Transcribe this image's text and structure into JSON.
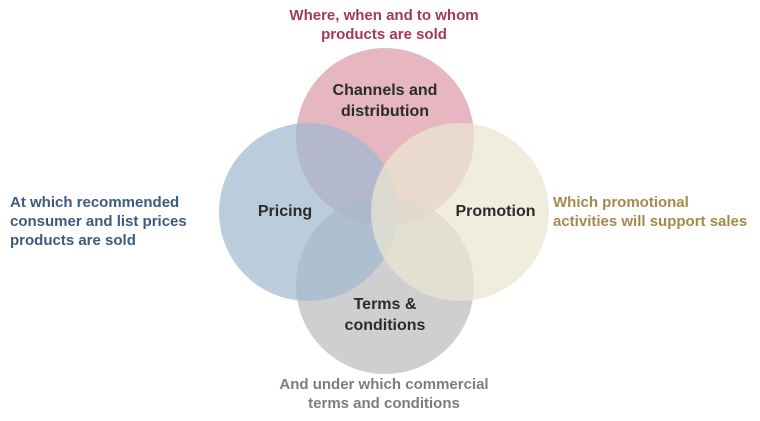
{
  "captions": {
    "top": "Where, when and to whom\nproducts are sold",
    "left": "At which recommended\nconsumer and list prices\nproducts are sold",
    "right": "Which promotional\nactivities will support sales",
    "bottom": "And under which commercial\nterms and conditions"
  },
  "circles": {
    "channels": {
      "label": "Channels and\ndistribution",
      "color": "#dc9ba8"
    },
    "pricing": {
      "label": "Pricing",
      "color": "#a1b8d0"
    },
    "promotion": {
      "label": "Promotion",
      "color": "#ece6d1"
    },
    "terms": {
      "label": "Terms &\nconditions",
      "color": "#bdbdbd"
    }
  },
  "caption_colors": {
    "top": "#a33a55",
    "left": "#3d5a80",
    "right": "#a6894a",
    "bottom": "#7d7d7d"
  }
}
